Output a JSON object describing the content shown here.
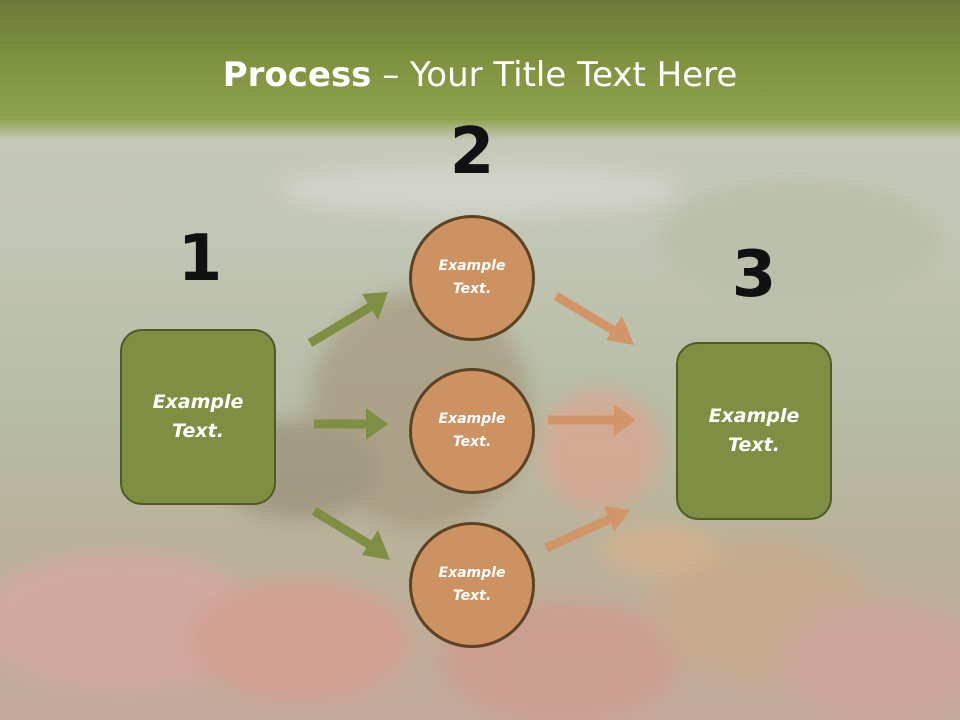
{
  "title": {
    "bold": "Process",
    "rest": " – Your Title Text Here"
  },
  "steps": {
    "one": "1",
    "two": "2",
    "three": "3"
  },
  "boxes": {
    "left": "Example Text.",
    "right": "Example Text."
  },
  "circles": {
    "top": "Example Text.",
    "middle": "Example Text.",
    "bottom": "Example Text."
  },
  "colors": {
    "header": "#7f933f",
    "box": "#7e8e42",
    "circle": "#cc9262",
    "arrow_green": "#7e8e42",
    "arrow_orange": "#d2956a"
  },
  "background": "blurred photo of a small bird perched on a branch with autumn leaves"
}
